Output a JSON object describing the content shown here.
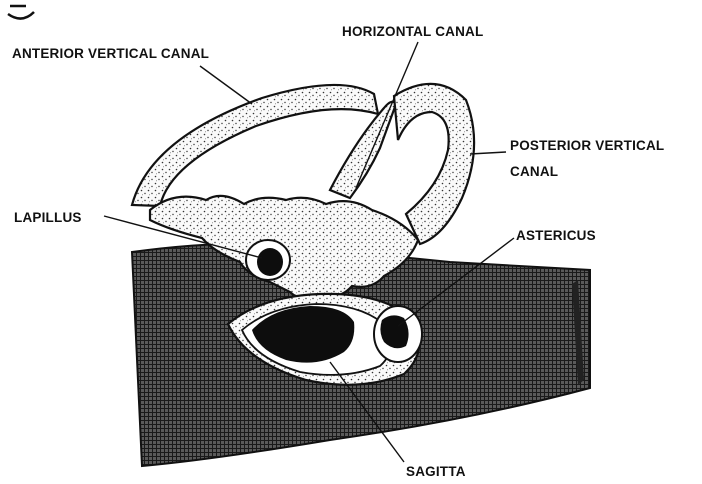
{
  "labels": {
    "anterior_vertical_canal": "ANTERIOR VERTICAL CANAL",
    "horizontal_canal": "HORIZONTAL CANAL",
    "posterior_vertical_canal_line1": "POSTERIOR VERTICAL",
    "posterior_vertical_canal_line2": "CANAL",
    "lapillus": "LAPILLUS",
    "astericus": "ASTERICUS",
    "sagitta": "SAGITTA"
  },
  "colors": {
    "ink": "#111111",
    "paper": "#ffffff"
  }
}
